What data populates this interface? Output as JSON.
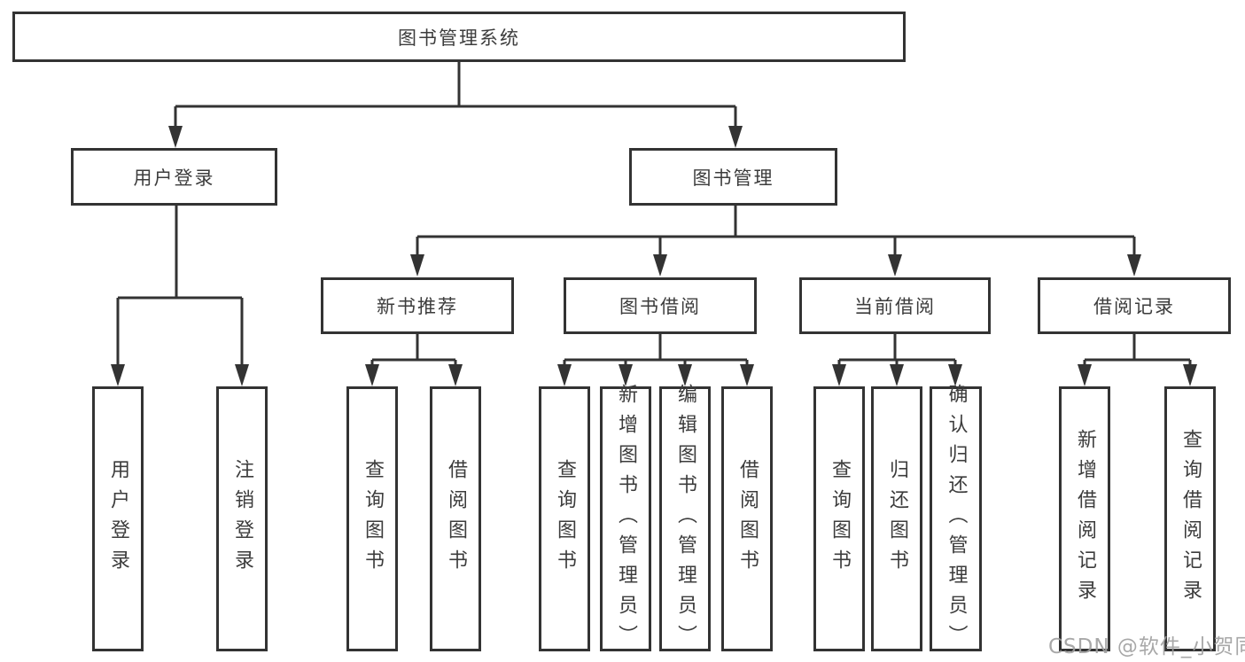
{
  "diagram": {
    "type": "hierarchy",
    "root": {
      "label": "图书管理系统"
    },
    "branches": [
      {
        "label": "用户登录",
        "children": [
          {
            "label": "用户登录"
          },
          {
            "label": "注销登录"
          }
        ]
      },
      {
        "label": "图书管理",
        "children": [
          {
            "label": "新书推荐",
            "children": [
              {
                "label": "查询图书"
              },
              {
                "label": "借阅图书"
              }
            ]
          },
          {
            "label": "图书借阅",
            "children": [
              {
                "label": "查询图书"
              },
              {
                "label": "新增图书（管理员）"
              },
              {
                "label": "编辑图书（管理员）"
              },
              {
                "label": "借阅图书"
              }
            ]
          },
          {
            "label": "当前借阅",
            "children": [
              {
                "label": "查询图书"
              },
              {
                "label": "归还图书"
              },
              {
                "label": "确认归还（管理员）"
              }
            ]
          },
          {
            "label": "借阅记录",
            "children": [
              {
                "label": "新增借阅记录"
              },
              {
                "label": "查询借阅记录"
              }
            ]
          }
        ]
      }
    ]
  },
  "watermark": {
    "text": "CSDN @软件_小贺同学"
  },
  "colors": {
    "line": "#333333",
    "box_border": "#333333",
    "box_background": "#ffffff",
    "text": "#3c3c3c",
    "watermark": "#9e9e9e"
  }
}
